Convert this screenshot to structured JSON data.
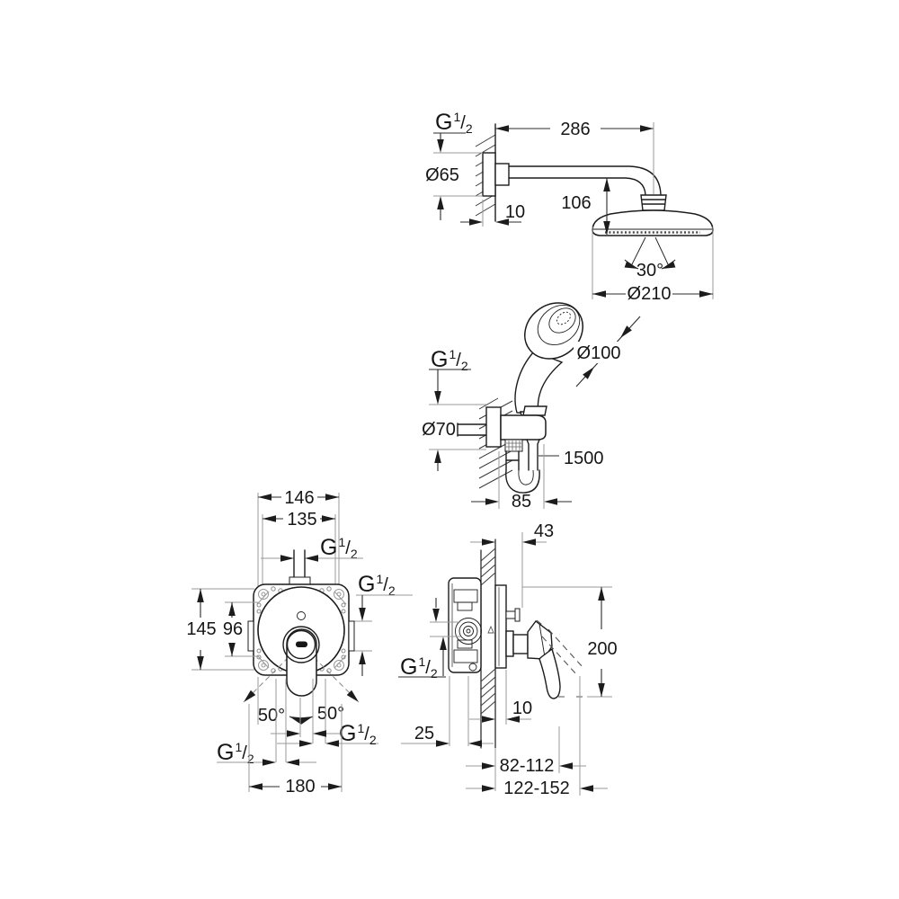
{
  "colors": {
    "background": "#ffffff",
    "ink": "#1c1c1c",
    "dimension": "#2b2b2b",
    "extension": "#9a9a9a"
  },
  "g_half": {
    "base": "G",
    "num": "1",
    "slash": "/",
    "den": "2"
  },
  "views": {
    "head_shower": {
      "dims": {
        "arm_projection": "286",
        "flange_dia": "Ø65",
        "flange_depth": "10",
        "drop_height": "106",
        "spray_angle": "30°",
        "head_dia": "Ø210"
      }
    },
    "hand_shower": {
      "dims": {
        "head_dia": "Ø100",
        "flange_dia": "Ø70",
        "hose_length": "1500",
        "holder_offset": "85"
      }
    },
    "mixer_front": {
      "dims": {
        "outer_width": "146",
        "inner_width": "135",
        "outer_height": "145",
        "inner_height": "96",
        "swing_left": "50°",
        "swing_right": "50°",
        "total_width": "180"
      }
    },
    "mixer_side": {
      "dims": {
        "stop_depth": "43",
        "total_height": "200",
        "plate_depth": "10",
        "box_depth": "25",
        "install_range_inner": "82-112",
        "install_range_outer": "122-152"
      }
    }
  }
}
